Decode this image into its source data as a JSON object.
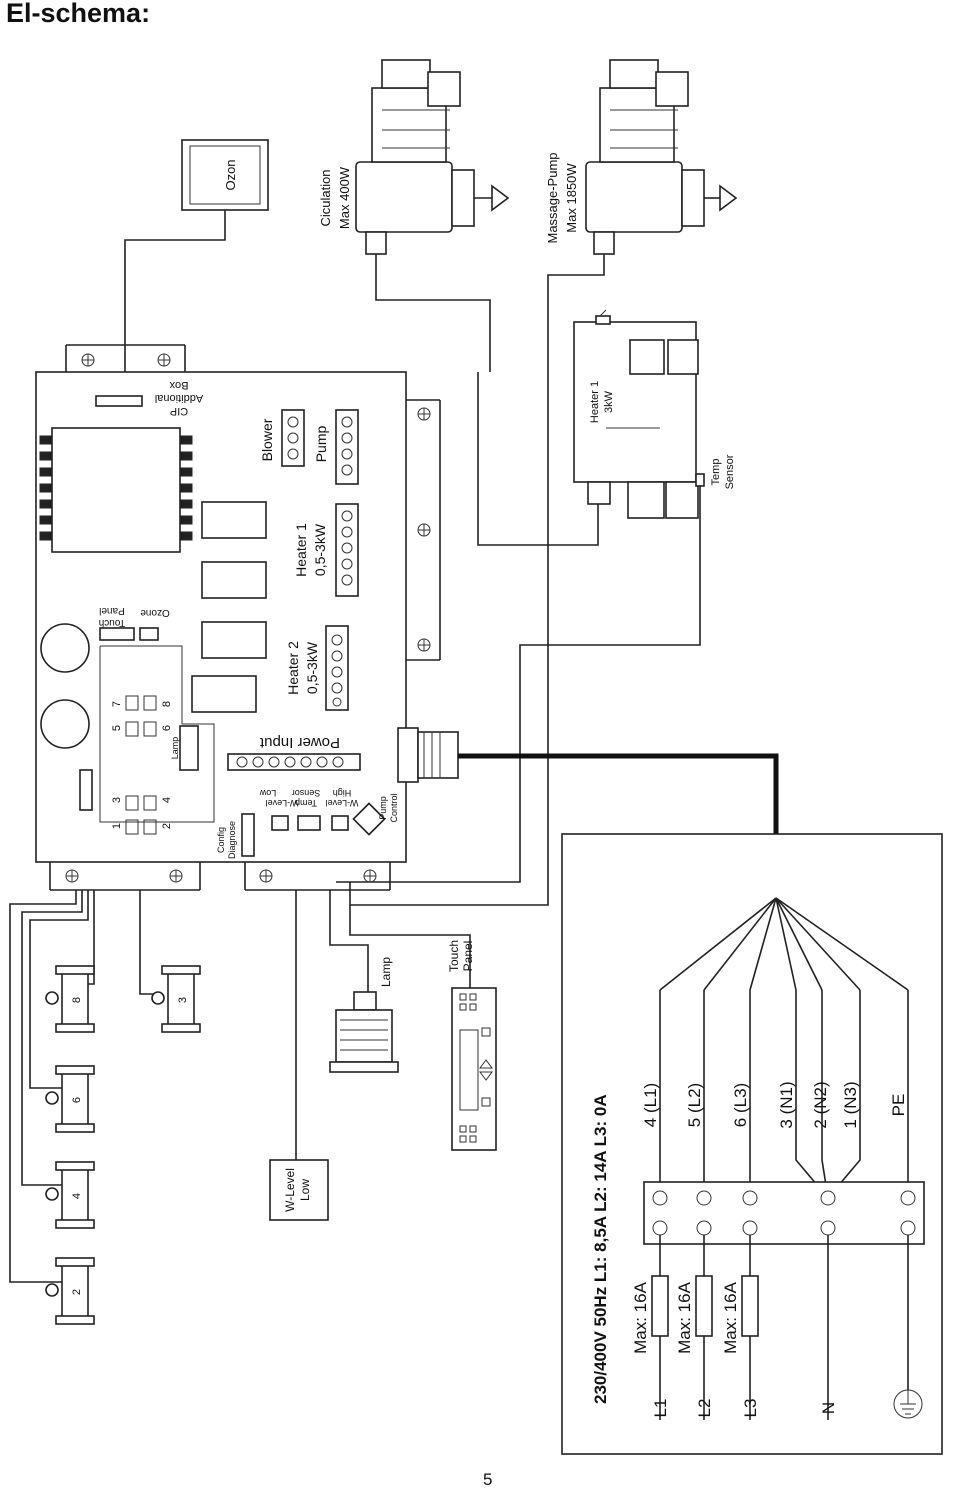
{
  "title": "El-schema:",
  "page_number": "5",
  "devices": {
    "ozon": "Ozon",
    "circulation_line1": "Ciculation",
    "circulation_line2": "Max 400W",
    "massage_line1": "Massage-Pump",
    "massage_line2": "Max 1850W",
    "heater_line1": "Heater 1",
    "heater_line2": "3kW",
    "temp_line1": "Temp",
    "temp_line2": "Sensor",
    "lamp": "Lamp",
    "touch_line1": "Touch",
    "touch_line2": "Panel",
    "wlevel_line1": "W-Level",
    "wlevel_line2": "Low"
  },
  "board": {
    "cip_line1": "CIP",
    "cip_line2": "Additional",
    "cip_line3": "Box",
    "blower": "Blower",
    "pump": "Pump",
    "heater1_line1": "Heater 1",
    "heater1_line2": "0,5-3kW",
    "heater2_line1": "Heater 2",
    "heater2_line2": "0,5-3kW",
    "power_input": "Power Input",
    "touch_panel_line1": "Touch",
    "touch_panel_line2": "Panel",
    "ozone": "Ozone",
    "lamp": "Lamp",
    "config_line1": "Config",
    "config_line2": "Diagnose",
    "wlevel_low_line1": "W-Level",
    "wlevel_low_line2": "Low",
    "temp_sensor_line1": "Temp",
    "temp_sensor_line2": "Sensor",
    "wlevel_high_line1": "W-Level",
    "wlevel_high_line2": "High",
    "pump_control_line1": "Pump",
    "pump_control_line2": "Control",
    "valve_numbers": [
      "1",
      "3",
      "5",
      "7",
      "2",
      "4",
      "6",
      "8"
    ]
  },
  "valves": [
    "8",
    "6",
    "4",
    "2",
    "3"
  ],
  "supply": {
    "header": "230/400V   50Hz   L1: 8,5A   L2: 14A   L3: 0A",
    "fuses": [
      "Max: 16A",
      "Max: 16A",
      "Max: 16A"
    ],
    "lines": [
      "L1",
      "L2",
      "L3",
      "N"
    ],
    "terminals": [
      "4 (L1)",
      "5 (L2)",
      "6 (L3)",
      "3 (N1)",
      "2 (N2)",
      "1 (N3)",
      "PE"
    ]
  }
}
